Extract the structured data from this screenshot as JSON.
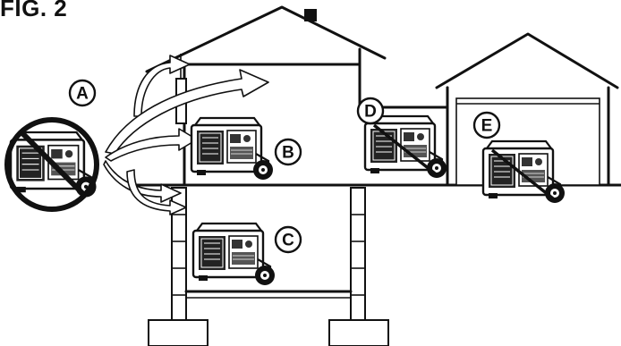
{
  "figure": {
    "title": "FIG. 2"
  },
  "callouts": [
    {
      "id": "A",
      "label": "A"
    },
    {
      "id": "B",
      "label": "B"
    },
    {
      "id": "C",
      "label": "C"
    },
    {
      "id": "D",
      "label": "D"
    },
    {
      "id": "E",
      "label": "E"
    }
  ],
  "generators": [
    {
      "callout": "A",
      "location": "outdoors-near-house",
      "prohibited": true
    },
    {
      "callout": "B",
      "location": "inside-house",
      "prohibited": false
    },
    {
      "callout": "C",
      "location": "basement-crawlspace",
      "prohibited": false
    },
    {
      "callout": "D",
      "location": "breezeway",
      "prohibited": true
    },
    {
      "callout": "E",
      "location": "garage",
      "prohibited": true
    }
  ],
  "colors": {
    "line": "#111111",
    "background": "#ffffff"
  }
}
